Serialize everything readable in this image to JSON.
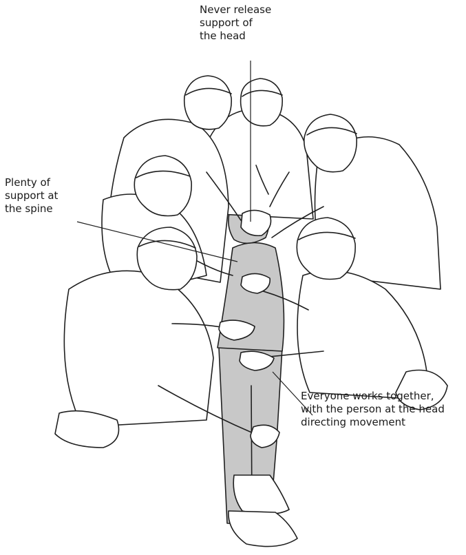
{
  "callouts": {
    "head": "Never release\nsupport of\nthe head",
    "spine": "Plenty of\nsupport at\nthe spine",
    "teamwork": "Everyone works together,\nwith the person at the head\ndirecting movement"
  },
  "colors": {
    "casualty_fill": "#c8c8c8",
    "outline": "#1f1f1f",
    "background": "#ffffff"
  }
}
